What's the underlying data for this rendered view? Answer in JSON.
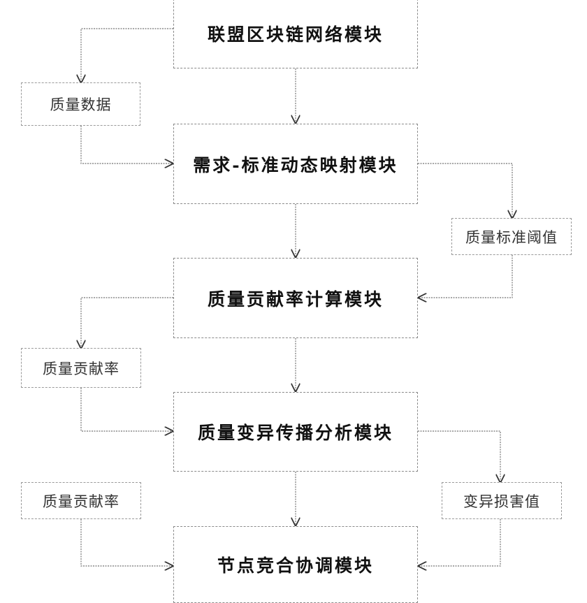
{
  "modules": [
    {
      "id": "blockchain",
      "label": "联盟区块链网络模块"
    },
    {
      "id": "mapping",
      "label": "需求-标准动态映射模块"
    },
    {
      "id": "contribution",
      "label": "质量贡献率计算模块"
    },
    {
      "id": "propagation",
      "label": "质量变异传播分析模块"
    },
    {
      "id": "coordination",
      "label": "节点竞合协调模块"
    }
  ],
  "labels": {
    "quality_data": "质量数据",
    "quality_threshold": "质量标准阈值",
    "contribution_rate_1": "质量贡献率",
    "contribution_rate_2": "质量贡献率",
    "variation_damage": "变异损害值"
  },
  "colors": {
    "line": "#8a8a8a",
    "text": "#111111"
  }
}
